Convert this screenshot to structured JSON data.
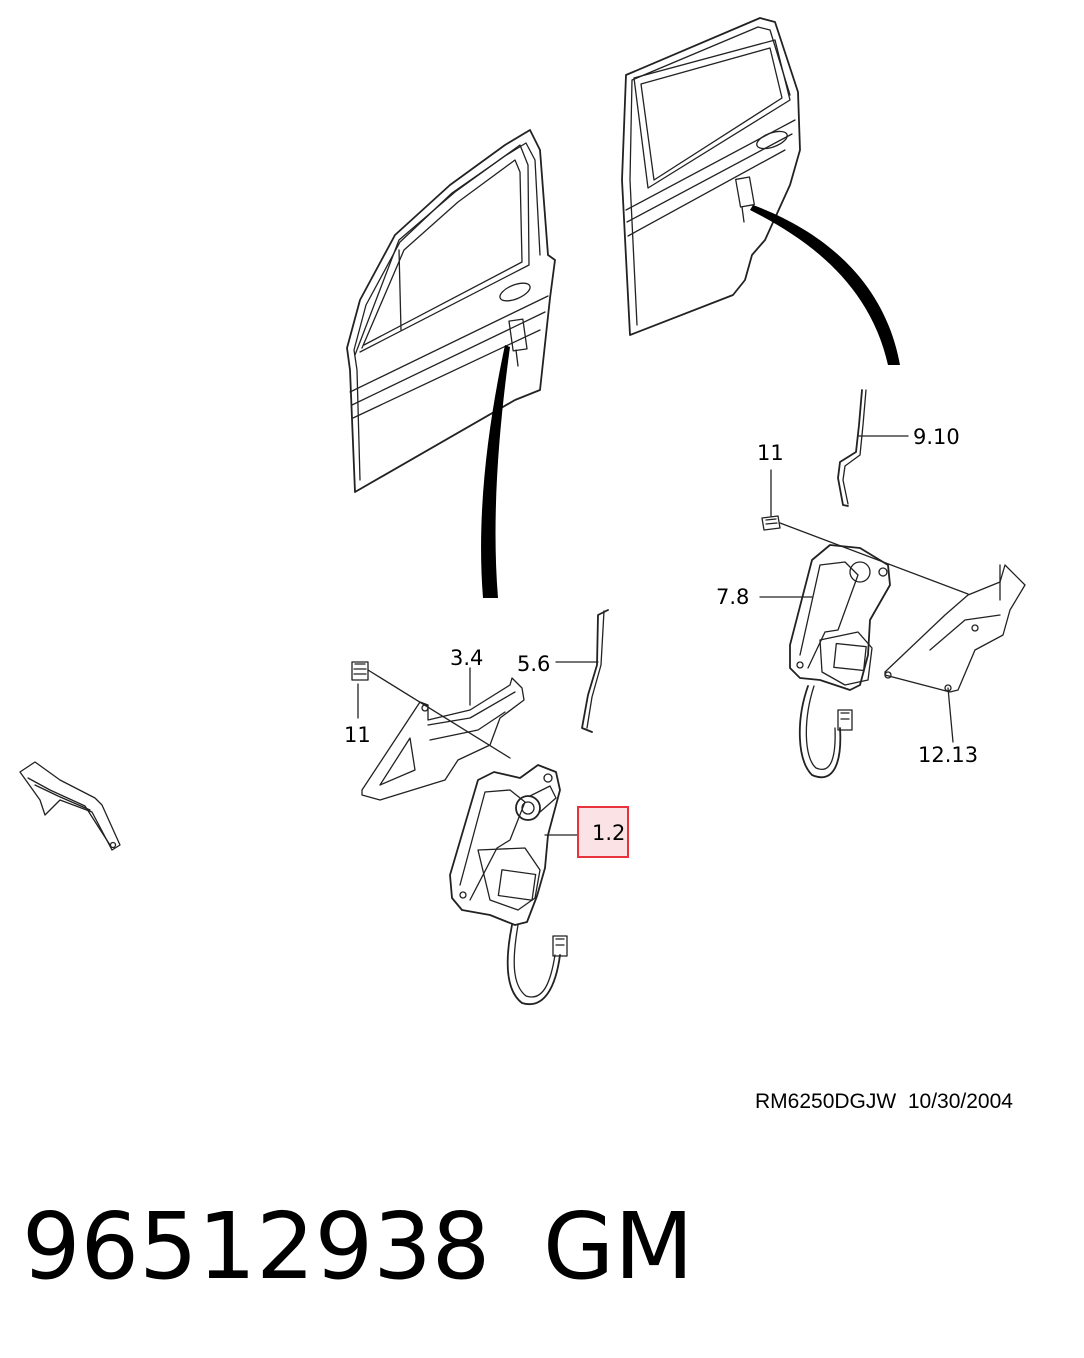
{
  "callouts": {
    "c1_2": "1.2",
    "c3_4": "3.4",
    "c5_6": "5.6",
    "c7_8": "7.8",
    "c9_10": "9.10",
    "c11_left": "11",
    "c11_right": "11",
    "c12_13": "12.13"
  },
  "highlight": {
    "callout": "1.2",
    "color": "#e8323c",
    "fill": "#fbe3e5"
  },
  "drawing_ref": "RM6250DGJW  10/30/2004",
  "part_number": "96512938",
  "brand": "GM"
}
